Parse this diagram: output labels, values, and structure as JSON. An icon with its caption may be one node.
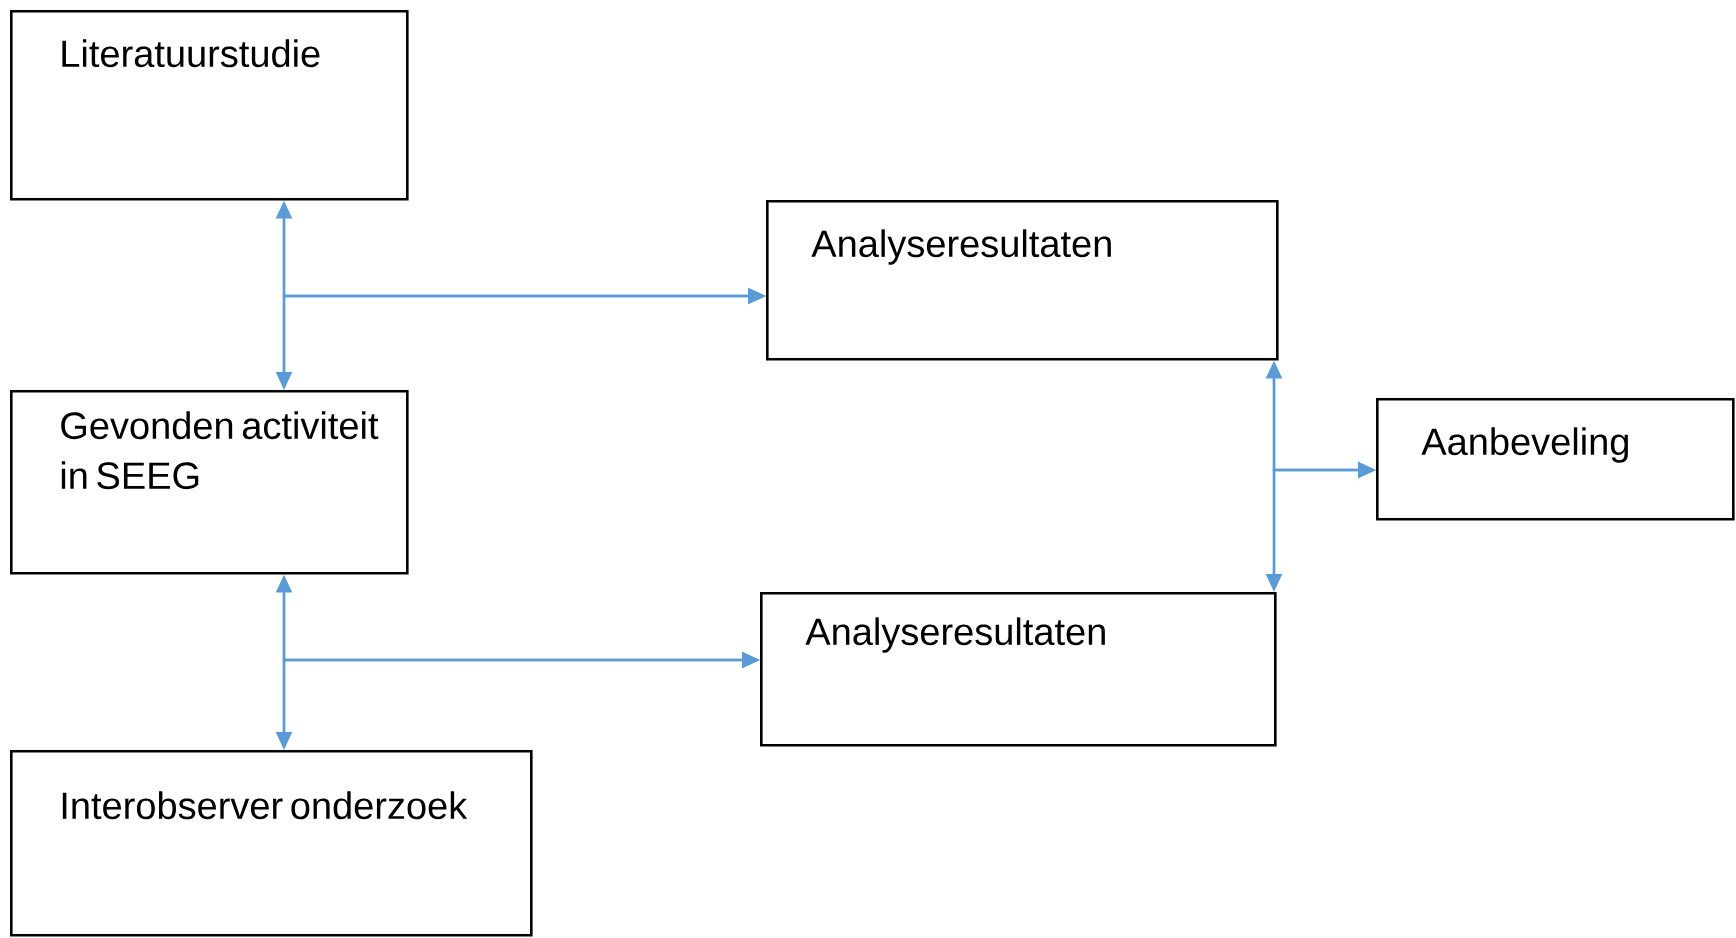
{
  "diagram": {
    "nodes": [
      {
        "text": [
          "Literatuurstudie"
        ]
      },
      {
        "text": [
          "Gevonden activiteit in SEEG"
        ]
      },
      {
        "text": [
          "Interobserver onderzoek"
        ]
      },
      {
        "text": [
          "Analyseresultaten"
        ]
      },
      {
        "text": [
          "Analyseresultaten"
        ]
      },
      {
        "text": [
          "Aanbeveling"
        ]
      }
    ],
    "edges": [
      {
        "from": 0,
        "to": 1,
        "arrow": "both"
      },
      {
        "from": 0,
        "to": 3,
        "arrow": "to"
      },
      {
        "from": 1,
        "to": 3,
        "arrow": "to"
      },
      {
        "from": 1,
        "to": 2,
        "arrow": "both"
      },
      {
        "from": 1,
        "to": 4,
        "arrow": "to"
      },
      {
        "from": 2,
        "to": 4,
        "arrow": "to"
      },
      {
        "from": 3,
        "to": 4,
        "arrow": "both"
      },
      {
        "from": 3,
        "to": 5,
        "arrow": "to"
      },
      {
        "from": 4,
        "to": 5,
        "arrow": "to"
      }
    ]
  }
}
